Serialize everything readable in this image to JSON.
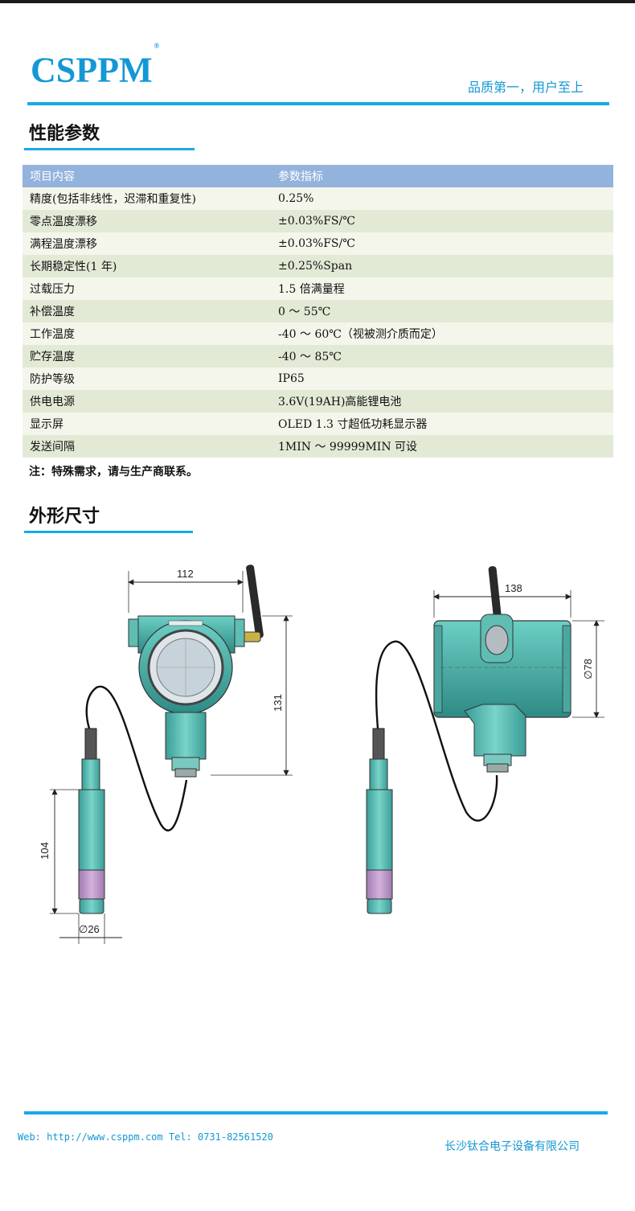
{
  "header": {
    "logo_text": "CSPPM",
    "registered_mark": "®",
    "slogan": "品质第一，用户至上"
  },
  "sections": {
    "performance_title": "性能参数",
    "dimensions_title": "外形尺寸"
  },
  "spec_table": {
    "headers": [
      "项目内容",
      "参数指标"
    ],
    "rows": [
      [
        "精度(包括非线性，迟滞和重复性)",
        "0.25%"
      ],
      [
        "零点温度漂移",
        "±0.03%FS/℃"
      ],
      [
        "满程温度漂移",
        "±0.03%FS/℃"
      ],
      [
        "长期稳定性(1 年)",
        "±0.25%Span"
      ],
      [
        "过载压力",
        "1.5 倍满量程"
      ],
      [
        "补偿温度",
        "0 ～ 55℃"
      ],
      [
        "工作温度",
        "-40 ～ 60℃（视被测介质而定）"
      ],
      [
        "贮存温度",
        "-40 ～ 85℃"
      ],
      [
        "防护等级",
        "IP65"
      ],
      [
        "供电电源",
        "3.6V(19AH)高能锂电池"
      ],
      [
        "显示屏",
        "OLED  1.3 寸超低功耗显示器"
      ],
      [
        "发送间隔",
        "1MIN ～ 99999MIN 可设"
      ]
    ],
    "note": "注：特殊需求，请与生产商联系。"
  },
  "drawing": {
    "dim_width_front": "112",
    "dim_height_front": "131",
    "dim_probe_length": "104",
    "dim_probe_diameter": "∅26",
    "dim_width_side": "138",
    "dim_diameter_side": "∅78",
    "colors": {
      "body": "#5fbdb4",
      "body_dark": "#2e8a85",
      "probe_band": "#b98fc4",
      "frame": "#8a9aa6"
    }
  },
  "footer": {
    "web_contact": "Web: http://www.csppm.com  Tel: 0731-82561520",
    "company": "长沙钛合电子设备有限公司"
  }
}
